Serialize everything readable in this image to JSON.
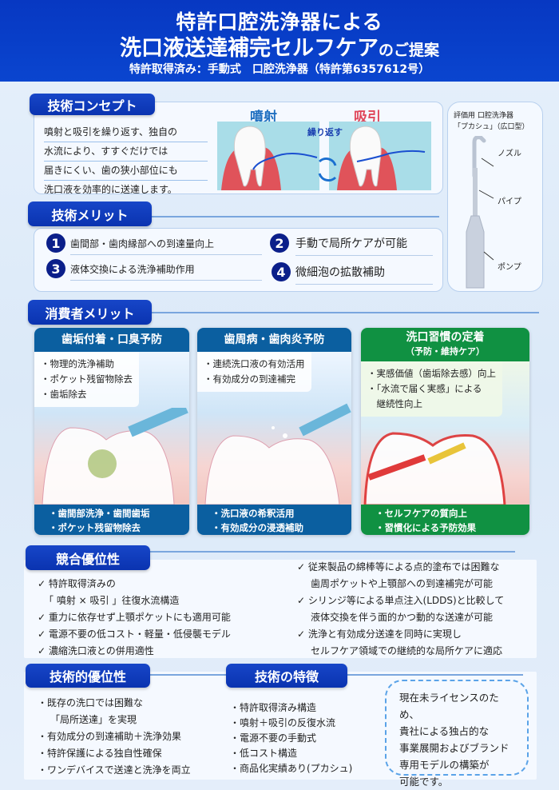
{
  "header": {
    "title_line1": "特許口腔洗浄器による",
    "title_line2_main": "洗口液送達補完セルフケア",
    "title_line2_suffix": "のご提案",
    "subtitle": "特許取得済み：手動式　口腔洗浄器（特許第6357612号）"
  },
  "concept": {
    "tab": "技術コンセプト",
    "lines": [
      "噴射と吸引を繰り返す、独自の",
      "水流により、すすぐだけでは",
      "届きにくい、歯の狭小部位にも",
      "洗口液を効率的に送達します。"
    ],
    "label_spray": "噴射",
    "label_suction": "吸引",
    "label_repeat": "繰り返す"
  },
  "device": {
    "caption_line1": "評価用 口腔洗浄器",
    "caption_line2": "「プカシュ」（広口型）",
    "parts": [
      "ノズル",
      "パイプ",
      "ポンプ"
    ]
  },
  "merits": {
    "tab": "技術メリット",
    "items": [
      {
        "num": "1",
        "text": "歯間部・歯肉縁部への到達量向上"
      },
      {
        "num": "2",
        "text": "手動で局所ケアが可能"
      },
      {
        "num": "3",
        "text": "液体交換による洗浄補助作用"
      },
      {
        "num": "4",
        "text": "微細泡の拡散補助"
      }
    ]
  },
  "consumer": {
    "tab": "消費者メリット",
    "cards": [
      {
        "title": "歯垢付着・口臭予防",
        "points": [
          "・物理的洗浄補助",
          "・ポケット残留物除去",
          "・歯垢除去"
        ],
        "footer": [
          "・歯間部洗浄・歯間歯垢",
          "・ポケット残留物除去"
        ]
      },
      {
        "title": "歯周病・歯肉炎予防",
        "points": [
          "・連続洗口液の有効活用",
          "・有効成分の到達補完"
        ],
        "footer": [
          "・洗口液の希釈活用",
          "・有効成分の浸透補助"
        ]
      },
      {
        "title": "洗口習慣の定着",
        "subtitle": "（予防・維持ケア）",
        "points": [
          "・実感価値（歯垢除去感）向上",
          "・「水流で届く実感」による",
          "　継続性向上"
        ],
        "footer": [
          "・セルフケアの質向上",
          "・習慣化による予防効果"
        ]
      }
    ]
  },
  "competitive": {
    "tab": "競合優位性",
    "left": [
      "✓ 特許取得済みの",
      "「 噴射 × 吸引 」往復水流構造",
      "✓ 重力に依存せず上顎ポケットにも適用可能",
      "✓ 電源不要の低コスト・軽量・低侵襲モデル",
      "✓ 濃縮洗口液との併用適性"
    ],
    "right": [
      "✓ 従来製品の綿棒等による点的塗布では困難な",
      "歯周ポケットや上顎部への到達補完が可能",
      "✓ シリンジ等による単点注入(LDDS)と比較して",
      "液体交換を伴う面的かつ動的な送達が可能",
      "✓ 洗浄と有効成分送達を同時に実現し",
      "セルフケア領域での継続的な局所ケアに適応"
    ]
  },
  "tech_adv": {
    "tab": "技術的優位性",
    "items": [
      "・既存の洗口では困難な",
      "「局所送達」を実現",
      "・有効成分の到達補助＋洗浄効果",
      "・特許保護による独自性確保",
      "・ワンデバイスで送達と洗浄を両立"
    ]
  },
  "tech_feat": {
    "tab": "技術の特徴",
    "items": [
      "・特許取得済み構造",
      "・噴射＋吸引の反復水流",
      "・電源不要の手動式",
      "・低コスト構造",
      "・商品化実績あり(プカシュ)"
    ]
  },
  "license": {
    "lines": [
      "現在未ライセンスのため、",
      "貴社による独占的な",
      "事業展開およびブランド",
      "専用モデルの構築が",
      "可能です。"
    ]
  },
  "colors": {
    "header": "#0738c2",
    "tab": "#0a33b0",
    "card_blue": "#0b5fa0",
    "card_green": "#109142",
    "spray": "#1f6fc0",
    "suction": "#e0475a"
  }
}
